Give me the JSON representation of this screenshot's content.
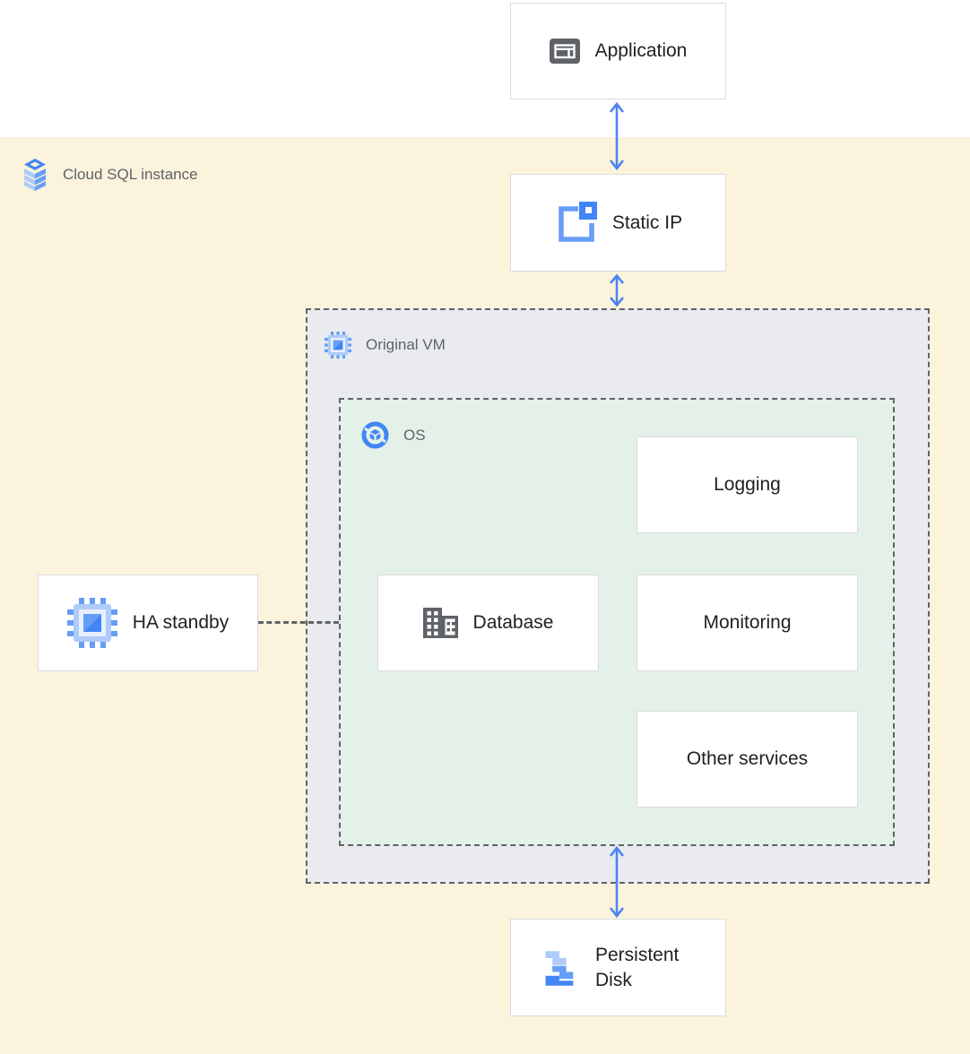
{
  "diagram": {
    "zone": {
      "label": "Cloud SQL instance",
      "icon": "cloud-sql-icon",
      "background": "#FCF3DC"
    },
    "containers": {
      "original_vm": {
        "label": "Original VM",
        "icon": "compute-engine-icon",
        "background": "#E9EBEE",
        "border_style": "dashed"
      },
      "os": {
        "label": "OS",
        "icon": "os-icon",
        "background": "#E3F1E9",
        "border_style": "dashed"
      }
    },
    "nodes": {
      "application": {
        "label": "Application",
        "icon": "application-icon"
      },
      "static_ip": {
        "label": "Static IP",
        "icon": "static-ip-icon"
      },
      "logging": {
        "label": "Logging"
      },
      "database": {
        "label": "Database",
        "icon": "database-icon"
      },
      "monitoring": {
        "label": "Monitoring"
      },
      "other_services": {
        "label": "Other services"
      },
      "ha_standby": {
        "label": "HA standby",
        "icon": "compute-engine-icon"
      },
      "persistent_disk": {
        "label": "Persistent Disk",
        "icon": "persistent-disk-icon"
      }
    },
    "connections": [
      {
        "from": "application",
        "to": "static_ip",
        "type": "bidirectional-arrow"
      },
      {
        "from": "static_ip",
        "to": "original_vm",
        "type": "bidirectional-arrow"
      },
      {
        "from": "os",
        "to": "persistent_disk",
        "type": "bidirectional-arrow"
      },
      {
        "from": "ha_standby",
        "to": "os",
        "type": "dashed-line"
      }
    ],
    "colors": {
      "arrow_blue": "#4D84F3",
      "dashed_border_gray": "#5F6368",
      "node_border": "#DADCE0",
      "node_text": "#202124",
      "container_label_text": "#5F6368",
      "icon_gray": "#5F6368",
      "google_blue": "#4285F4",
      "blue_mid": "#669DF6",
      "blue_light": "#AECBFA",
      "zone_yellow": "#FCF3DC",
      "vm_gray": "#E9EBEE",
      "os_green": "#E3F1E9"
    }
  }
}
